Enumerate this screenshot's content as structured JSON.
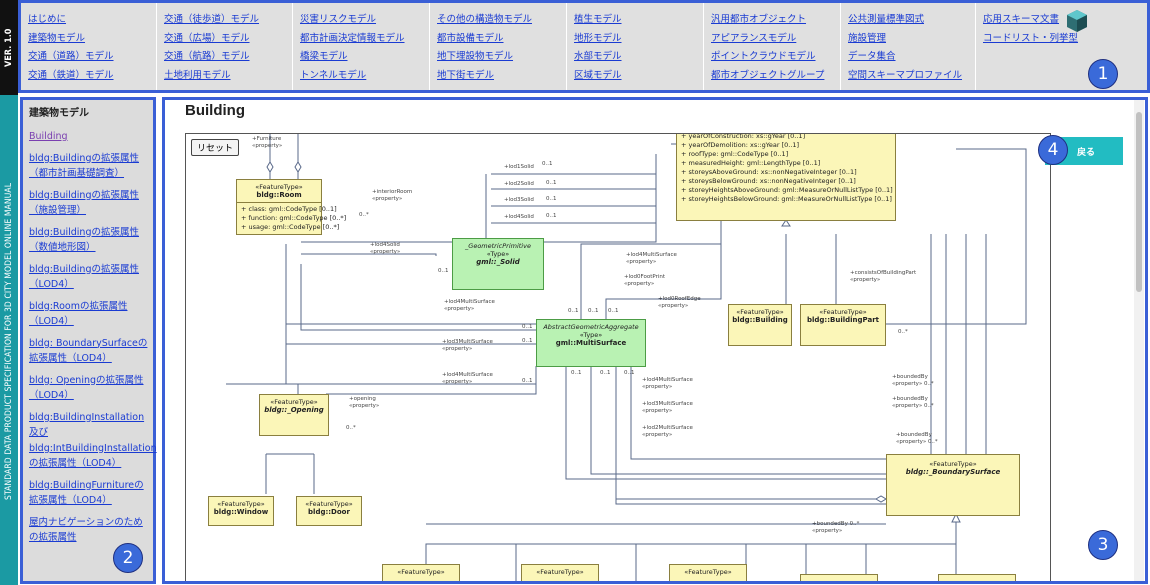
{
  "banner": {
    "version": "VER. 1.0",
    "manual_title": "STANDARD DATA PRODUCT SPECIFICATION FOR 3D CITY MODEL ONLINE MANUAL"
  },
  "nav": {
    "columns": [
      [
        "はじめに",
        "建築物モデル",
        "交通（道路）モデル",
        "交通（鉄道）モデル"
      ],
      [
        "交通（徒歩道）モデル",
        "交通（広場）モデル",
        "交通（航路）モデル",
        "土地利用モデル"
      ],
      [
        "災害リスクモデル",
        "都市計画決定情報モデル",
        "橋梁モデル",
        "トンネルモデル"
      ],
      [
        "その他の構造物モデル",
        "都市設備モデル",
        "地下埋設物モデル",
        "地下街モデル"
      ],
      [
        "植生モデル",
        "地形モデル",
        "水部モデル",
        "区域モデル"
      ],
      [
        "汎用都市オブジェクト",
        "アピアランスモデル",
        "ポイントクラウドモデル",
        "都市オブジェクトグループ"
      ],
      [
        "公共測量標準図式",
        "施設管理",
        "データ集合",
        "空間スキーマプロファイル"
      ],
      [
        "応用スキーマ文書",
        "コードリスト・列挙型"
      ]
    ]
  },
  "sidebar": {
    "heading": "建築物モデル",
    "items": [
      "Building",
      "bldg:Buildingの拡張属性（都市計画基礎調査）",
      "bldg:Buildingの拡張属性（施設管理）",
      "bldg:Buildingの拡張属性（数値地形図）",
      "bldg:Buildingの拡張属性（LOD4）",
      "bldg:Roomの拡張属性（LOD4）",
      "bldg: BoundarySurfaceの拡張属性（LOD4）",
      "bldg: Openingの拡張属性（LOD4）",
      "bldg:BuildingInstallation及び bldg:IntBuildingInstallationの拡張属性（LOD4）",
      "bldg:BuildingFurnitureの拡張属性（LOD4）",
      "屋内ナビゲーションのための拡張属性"
    ]
  },
  "main": {
    "title": "Building",
    "reset_label": "リセット",
    "back_label": "戻る"
  },
  "diagram": {
    "room": {
      "stereotype": "«FeatureType»",
      "name": "bldg::Room",
      "attrs": [
        "+ class: gml::CodeType [0..1]",
        "+ function: gml::CodeType [0..*]",
        "+ usage: gml::CodeType [0..*]"
      ]
    },
    "building_attrs": [
      "+ yearOfConstruction: xs::gYear [0..1]",
      "+ yearOfDemolition: xs::gYear [0..1]",
      "+ roofType: gml::CodeType [0..1]",
      "+ measuredHeight: gml::LengthType [0..1]",
      "+ storeysAboveGround: xs::nonNegativeInteger [0..1]",
      "+ storeysBelowGround: xs::nonNegativeInteger [0..1]",
      "+ storeyHeightsAboveGround: gml::MeasureOrNullListType [0..1]",
      "+ storeyHeightsBelowGround: gml::MeasureOrNullListType [0..1]"
    ],
    "geometric_primitive": {
      "name": "_GeometricPrimitive",
      "stereotype": "«Type»",
      "type": "gml::_Solid"
    },
    "aggregate": {
      "name": "AbstractGeometricAggregate",
      "stereotype": "«Type»",
      "type": "gml::MultiSurface"
    },
    "bldg_building": {
      "stereotype": "«FeatureType»",
      "name": "bldg::Building"
    },
    "bldg_buildingpart": {
      "stereotype": "«FeatureType»",
      "name": "bldg::BuildingPart"
    },
    "opening": {
      "stereotype": "«FeatureType»",
      "name": "bldg::_Opening"
    },
    "window": {
      "stereotype": "«FeatureType»",
      "name": "bldg::Window"
    },
    "door": {
      "stereotype": "«FeatureType»",
      "name": "bldg::Door"
    },
    "boundary": {
      "stereotype": "«FeatureType»",
      "name": "bldg::_BoundarySurface"
    },
    "bottom_stereotype": "«FeatureType»",
    "labels": {
      "furniture": "+Furniture",
      "furniture_prop": "«property»",
      "interior_room": "+interiorRoom",
      "property": "«property»",
      "lod1solid": "+lod1Solid",
      "lod2solid": "+lod2Solid",
      "lod3solid": "+lod3Solid",
      "lod4solid_a": "+lod4Solid",
      "lod4solid_b": "+lod4Solid",
      "lod4ms_a": "+lod4MultiSurface",
      "lod4ms_b": "+lod4MultiSurface",
      "lod4ms_c": "+lod4MultiSurface",
      "lod4ms_d": "+lod4MultiSurface",
      "lod3ms_a": "+lod3MultiSurface",
      "lod3ms_b": "+lod3MultiSurface",
      "lod2ms": "+lod2MultiSurface",
      "lod0fp": "+lod0FootPrint",
      "lod0re": "+lod0RoofEdge",
      "opening": "+opening",
      "consists": "+consistsOfBuildingPart",
      "bounded_a": "+boundedBy",
      "bounded_b": "+boundedBy",
      "bounded_c": "+boundedBy",
      "bounded_d": "+boundedBy",
      "m01": "0..1",
      "m0n": "0..*"
    }
  },
  "callouts": [
    "1",
    "2",
    "3",
    "4"
  ],
  "colors": {
    "banner": "#1b9aa3",
    "callout": "#3a6ad9",
    "link": "#1a3bd2",
    "back_button": "#22bcc2",
    "feature_type": "#fbf6b8",
    "type": "#b9f2b3"
  }
}
